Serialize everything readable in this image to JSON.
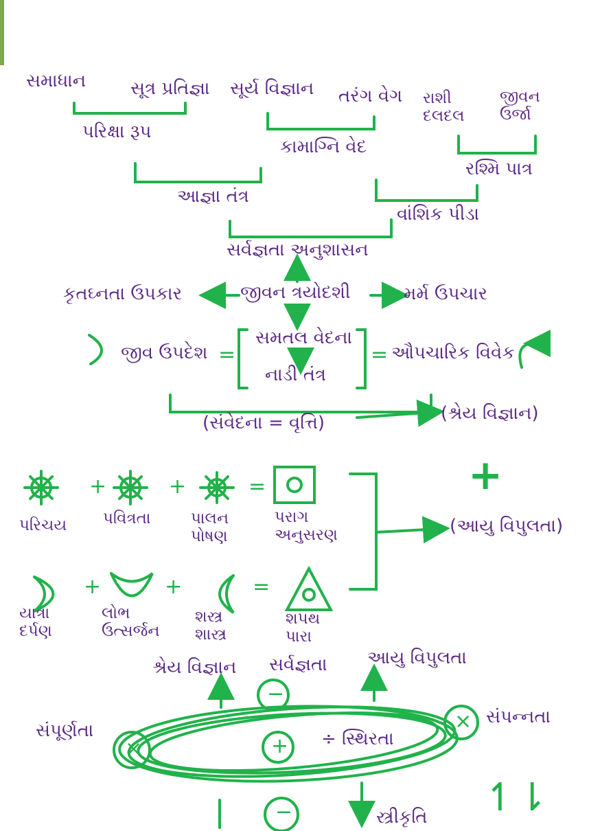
{
  "row1": {
    "items": [
      "સમાધાન",
      "સૂત્ર પ્રતિજ્ઞા",
      "સૂર્ય વિજ્ઞાન",
      "તરંગ વેગ",
      "રાશી દલદલ",
      "જીવન ઉર્જા"
    ]
  },
  "row2": {
    "pariksha": "પરિક્ષા રૂપ",
    "kamagni": "કામાગ્નિ વેદ",
    "rashmi": "રશ્મિ પાત્ર"
  },
  "row3": {
    "agna": "આજ્ઞા તંત્ર",
    "vanshik": "વાંશિક પીડા"
  },
  "center": {
    "sarvagnata": "સર્વજ્ઞતા અનુશાસન",
    "jivan": "જીવન ત્રયોદશી",
    "left": "કૃતઘ્નતા ઉપકાર",
    "right": "મર્મ ઉપચાર"
  },
  "equation": {
    "jiva": "જીવ ઉપદેશ",
    "eq": "=",
    "samtal": "સમતલ વેદના",
    "nadi": "નાડી તંત્ર",
    "aupcharik": "ઔપચારિક વિવેક",
    "samvedana": "(સંવેદના = વૃત્તિ)",
    "shreya": "(શ્રેય વિજ્ઞાન)"
  },
  "symbols_row1": {
    "labels": [
      "પરિચય",
      "પવિત્રતા",
      "પાલન પોષણ",
      "પરાગ અનુસરણ"
    ],
    "plus": "+",
    "eq": "="
  },
  "big_plus": "+",
  "ayu": "(આયુ વિપુલતા)",
  "symbols_row2": {
    "labels": [
      "યાત્રા દર્પણ",
      "લોભ ઉત્સર્જન",
      "શસ્ત્ર શાસ્ત્ર",
      "શપથ પારા"
    ]
  },
  "bottom": {
    "shreya": "શ્રેય વિજ્ઞાન",
    "sarvagnata": "સર્વજ્ઞતા",
    "ayu": "આયુ વિપુલતા",
    "sampurnata": "સંપૂર્ણતા",
    "sampannata": "સંપન્નતા",
    "sthirata": "÷ સ્થિરતા",
    "strikruti": "સ્ત્રીકૃતિ",
    "plus": "+",
    "minus": "−",
    "times": "×",
    "arrows": "↿⇂"
  },
  "colors": {
    "purple": "#5b2a86",
    "green": "#21b24b",
    "ink": "#1e1e4a"
  }
}
